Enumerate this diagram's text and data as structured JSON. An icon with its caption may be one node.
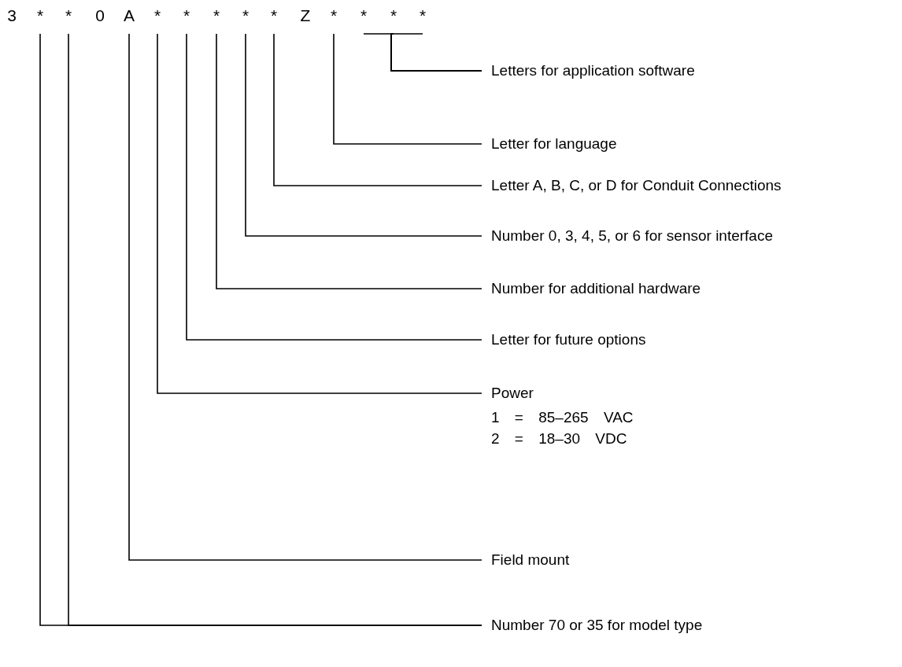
{
  "diagram": {
    "nodes": [
      {
        "text": [
          "*"
        ]
      },
      {
        "text": [
          "*"
        ]
      },
      {
        "text": [
          "A"
        ]
      },
      {
        "text": [
          "*"
        ]
      },
      {
        "text": [
          "*"
        ]
      },
      {
        "text": [
          "*"
        ]
      },
      {
        "text": [
          "*"
        ]
      },
      {
        "text": [
          "*"
        ]
      },
      {
        "text": [
          "*"
        ]
      },
      {
        "text": [
          "*"
        ]
      },
      {
        "text": [
          "*"
        ]
      },
      {
        "text": [
          "*"
        ]
      },
      {
        "text": [
          "Letters for application software"
        ]
      },
      {
        "text": [
          "Letter for language"
        ]
      },
      {
        "text": [
          "Letter A, B, C, or D for Conduit Connections"
        ]
      },
      {
        "text": [
          "Number 0, 3, 4, 5, or 6 for sensor interface"
        ]
      },
      {
        "text": [
          "Number for additional hardware"
        ]
      },
      {
        "text": [
          "Letter for future options"
        ]
      },
      {
        "text": [
          "Power"
        ],
        "beside": [
          "1 = 85–265 VAC",
          "2 = 18–30 VDC"
        ]
      },
      {
        "text": [
          "Field mount"
        ]
      },
      {
        "text": [
          "Number 70 or 35 for model type"
        ]
      }
    ],
    "edges": [
      {
        "from": 9,
        "to": 12,
        "arrow": "none"
      },
      {
        "from": 10,
        "to": 12,
        "arrow": "none"
      },
      {
        "from": 11,
        "to": 12,
        "arrow": "none"
      },
      {
        "from": 8,
        "to": 13,
        "arrow": "none"
      },
      {
        "from": 7,
        "to": 14,
        "arrow": "none"
      },
      {
        "from": 6,
        "to": 15,
        "arrow": "none"
      },
      {
        "from": 5,
        "to": 16,
        "arrow": "none"
      },
      {
        "from": 4,
        "to": 17,
        "arrow": "none"
      },
      {
        "from": 3,
        "to": 18,
        "arrow": "none"
      },
      {
        "from": 2,
        "to": 19,
        "arrow": "none"
      },
      {
        "from": 0,
        "to": 20,
        "arrow": "none"
      },
      {
        "from": 1,
        "to": 20,
        "arrow": "none"
      }
    ],
    "labels": [
      "3",
      "0",
      "Z"
    ]
  }
}
